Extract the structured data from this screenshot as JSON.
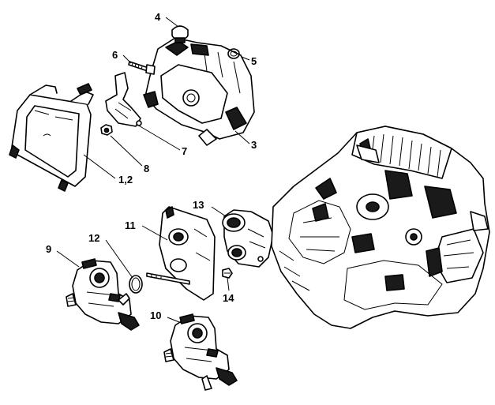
{
  "diagram": {
    "labels": {
      "part_1_2": "1,2",
      "part_3": "3",
      "part_4": "4",
      "part_5": "5",
      "part_6": "6",
      "part_7": "7",
      "part_8": "8",
      "part_9": "9",
      "part_10": "10",
      "part_11": "11",
      "part_12": "12",
      "part_13": "13",
      "part_14": "14"
    },
    "colors": {
      "line": "#000000",
      "fill": "#ffffff",
      "shade": "#1a1a1a"
    }
  }
}
